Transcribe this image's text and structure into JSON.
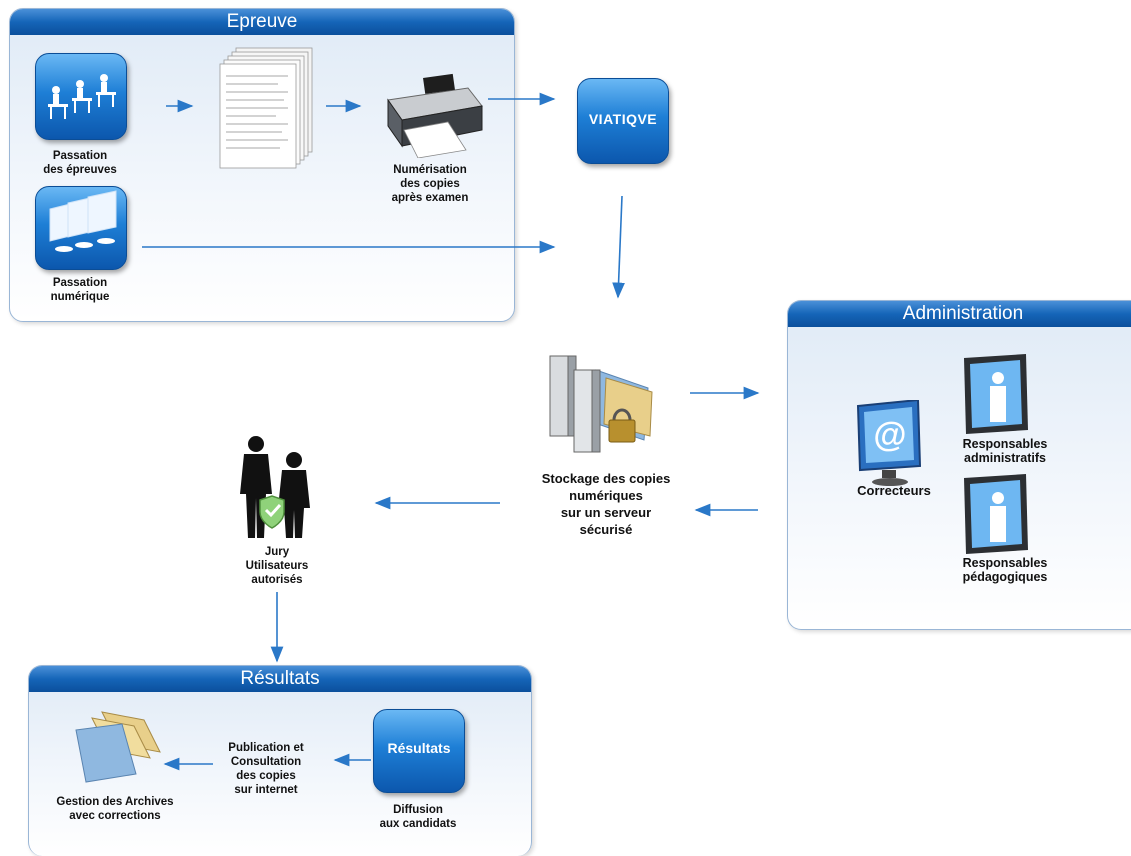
{
  "panels": {
    "epreuve": {
      "title": "Epreuve"
    },
    "administration": {
      "title": "Administration"
    },
    "resultats": {
      "title": "Résultats"
    }
  },
  "nodes": {
    "passation_epreuves": {
      "line1": "Passation",
      "line2": "des épreuves"
    },
    "passation_numerique": {
      "line1": "Passation",
      "line2": "numérique"
    },
    "numerisation": {
      "line1": "Numérisation",
      "line2": "des copies",
      "line3": "après examen"
    },
    "viatique": {
      "logo_text": "VIATIQVE"
    },
    "stockage": {
      "line1": "Stockage des copies",
      "line2": "numériques",
      "line3": "sur un serveur",
      "line4": "sécurisé"
    },
    "correcteurs": {
      "label": "Correcteurs",
      "icon": "at-sign"
    },
    "resp_admin": {
      "line1": "Responsables",
      "line2": "administratifs"
    },
    "resp_peda": {
      "line1": "Responsables",
      "line2": "pédagogiques"
    },
    "jury": {
      "line1": "Jury",
      "line2": "Utilisateurs",
      "line3": "autorisés"
    },
    "gestion_archives": {
      "line1": "Gestion des Archives",
      "line2": "avec corrections"
    },
    "publication": {
      "line1": "Publication et",
      "line2": "Consultation",
      "line3": "des copies",
      "line4": "sur internet"
    },
    "diffusion": {
      "line1": "Diffusion",
      "line2": "aux candidats",
      "tile_text": "Résultats"
    }
  },
  "colors": {
    "panel_header": "#1565b8",
    "arrow": "#2a78c8",
    "tile": "#1e7fd6"
  }
}
